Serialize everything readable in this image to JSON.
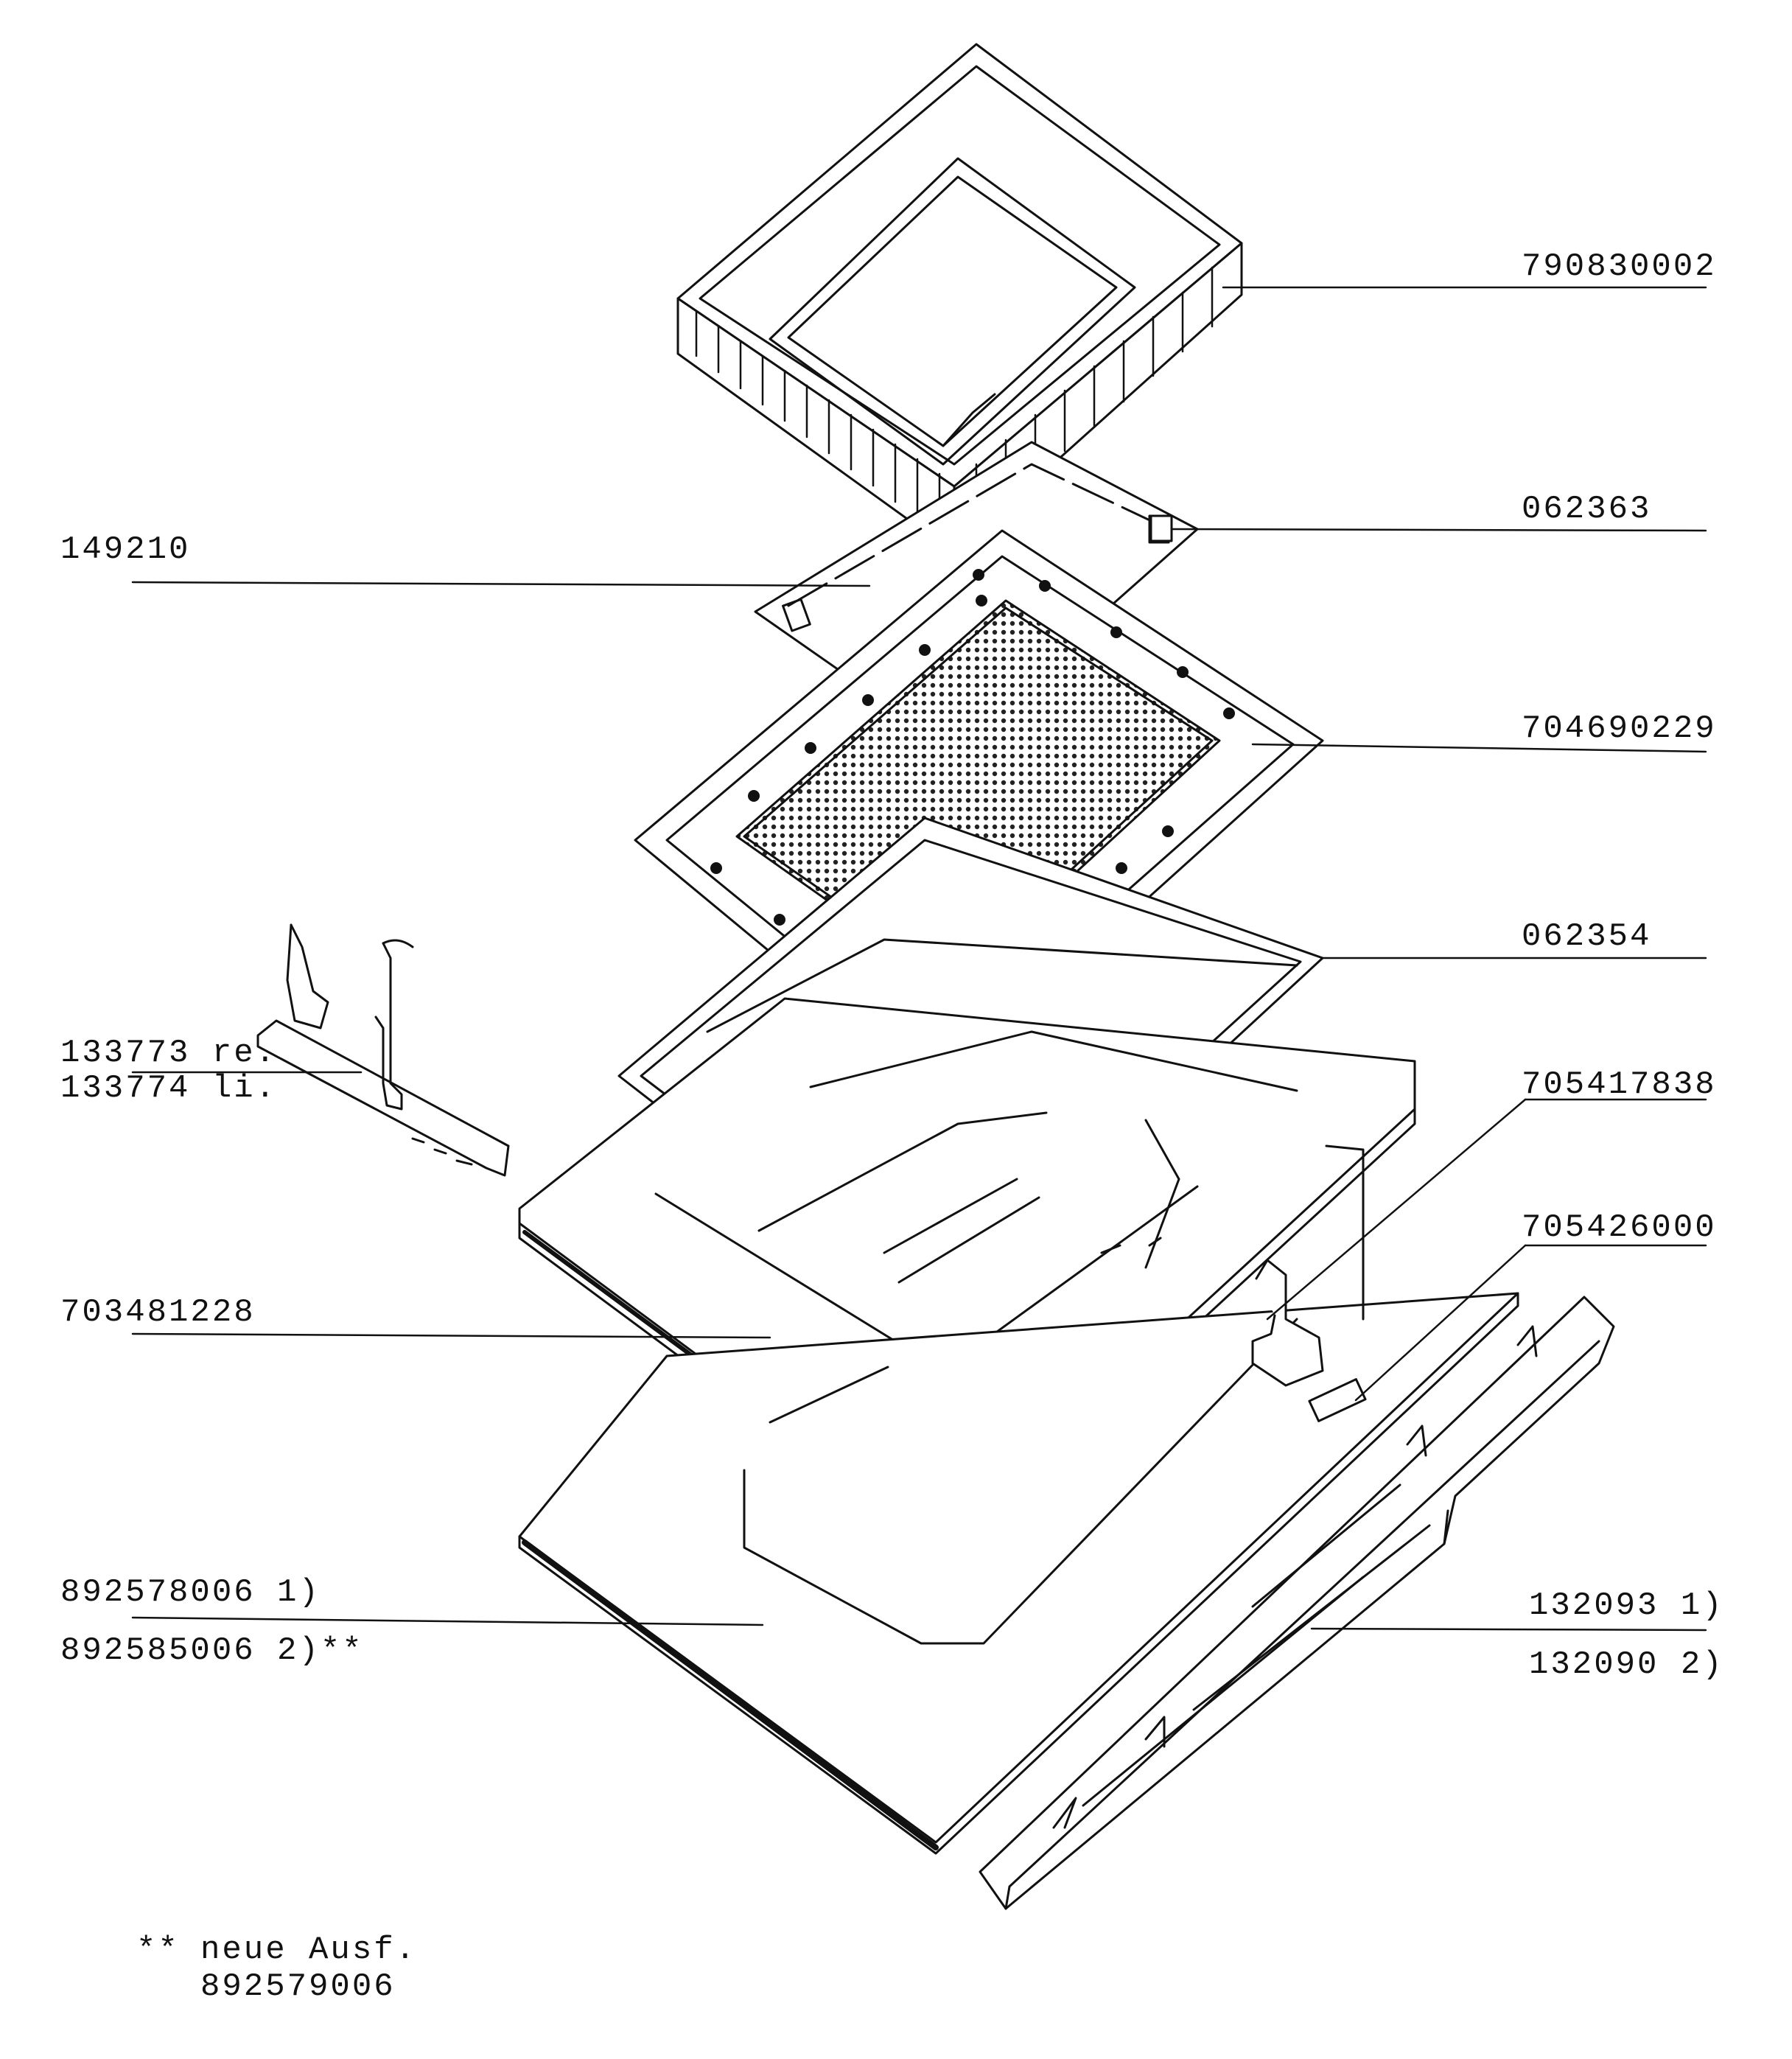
{
  "labels": {
    "p790830002": "790830002",
    "p062363": "062363",
    "p149210": "149210",
    "p704690229": "704690229",
    "p062354": "062354",
    "p133773": "133773 re.",
    "p133774": "133774 li.",
    "p705417838": "705417838",
    "p705426000": "705426000",
    "p703481228": "703481228",
    "p892578006": "892578006 1)",
    "p892585006": "892585006 2)**",
    "p132093": "132093 1)",
    "p132090": "132090 2)"
  },
  "footnote": {
    "marker": "**",
    "line1": "neue Ausf.",
    "line2": "892579006"
  }
}
